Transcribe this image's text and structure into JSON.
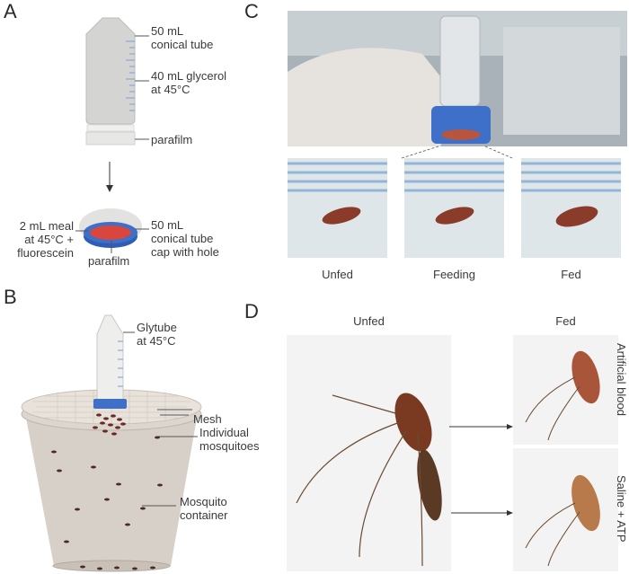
{
  "panels": {
    "a": {
      "label": "A",
      "tube": "50 mL\nconical tube",
      "glycerol": "40 mL glycerol\nat 45°C",
      "parafilm_top": "parafilm",
      "meal": "2 mL meal\nat 45°C +\nfluorescein",
      "cap": "50 mL\nconical tube\ncap with hole",
      "parafilm_bottom": "parafilm"
    },
    "b": {
      "label": "B",
      "glytube": "Glytube\nat 45°C",
      "mesh": "Mesh",
      "individual": "Individual\nmosquitoes",
      "container": "Mosquito\ncontainer"
    },
    "c": {
      "label": "C",
      "states": [
        "Unfed",
        "Feeding",
        "Fed"
      ]
    },
    "d": {
      "label": "D",
      "unfed": "Unfed",
      "fed": "Fed",
      "artificial": "Artificial blood",
      "saline": "Saline + ATP"
    }
  },
  "colors": {
    "tube_gray": "#d4d4d2",
    "cap_blue": "#3e6fc9",
    "meal_red": "#d9463d",
    "mosquito": "#8a3b2a"
  }
}
